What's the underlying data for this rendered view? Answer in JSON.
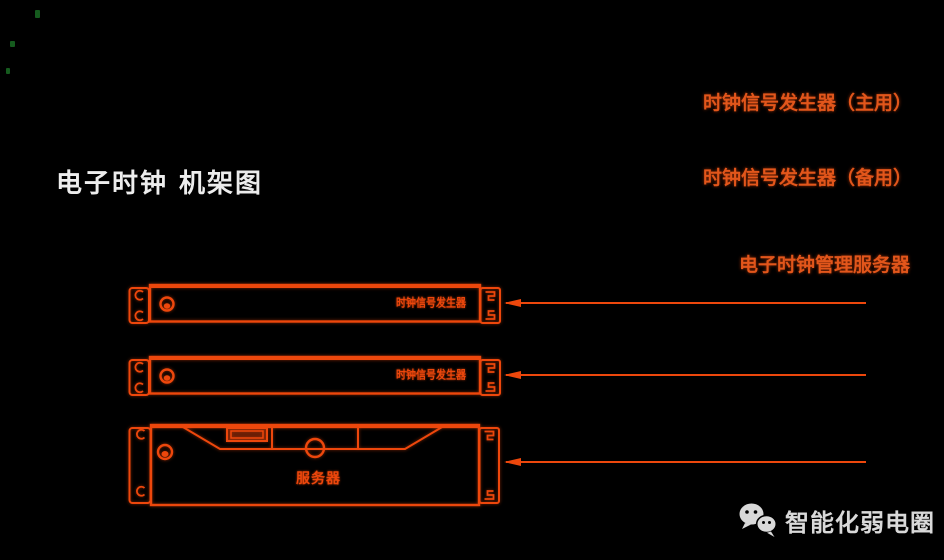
{
  "title": {
    "text": "电子时钟 机架图"
  },
  "labels": {
    "items": [
      {
        "text": "时钟信号发生器（主用）"
      },
      {
        "text": "时钟信号发生器（备用）"
      },
      {
        "text": "电子时钟管理服务器"
      }
    ]
  },
  "devices": [
    {
      "id": "clock-signal-generator-primary",
      "front_text": "时钟信号发生器"
    },
    {
      "id": "clock-signal-generator-backup",
      "front_text": "时钟信号发生器"
    },
    {
      "id": "clock-management-server",
      "front_text": "服务器"
    }
  ],
  "footer": {
    "brand": "智能化弱电圈",
    "icon": "wechat-icon"
  },
  "colors": {
    "background": "#000000",
    "line": "#ed470c",
    "label_text": "#e2561b",
    "title_text": "#ededed",
    "footer_text": "#d9d9d9",
    "artifact_green": "#1c7a28"
  }
}
